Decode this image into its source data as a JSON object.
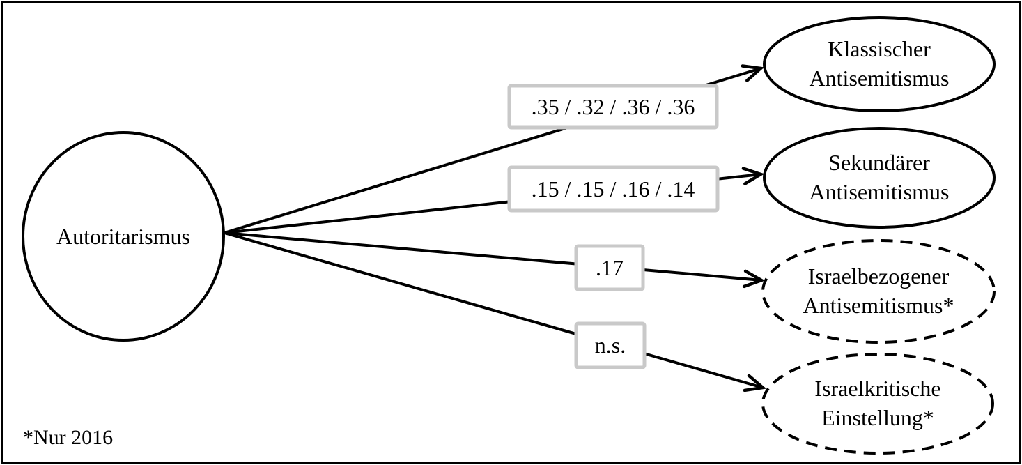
{
  "figure": {
    "type": "structural-path-diagram",
    "footnote": "*Nur 2016",
    "predictor": {
      "label": "Autoritarismus",
      "shape": "circle",
      "border": "solid"
    },
    "outcomes": [
      {
        "line1": "Klassischer",
        "line2": "Antisemitismus",
        "border": "solid"
      },
      {
        "line1": "Sekundärer",
        "line2": "Antisemitismus",
        "border": "solid"
      },
      {
        "line1": "Israelbezogener",
        "line2": "Antisemitismus*",
        "border": "dashed"
      },
      {
        "line1": "Israelkritische",
        "line2": "Einstellung*",
        "border": "dashed"
      }
    ],
    "paths": [
      {
        "from": "Autoritarismus",
        "to": "Klassischer Antisemitismus",
        "label": ".35 / .32 / .36 / .36"
      },
      {
        "from": "Autoritarismus",
        "to": "Sekundärer Antisemitismus",
        "label": ".15 / .15 / .16 / .14"
      },
      {
        "from": "Autoritarismus",
        "to": "Israelbezogener Antisemitismus*",
        "label": ".17"
      },
      {
        "from": "Autoritarismus",
        "to": "Israelkritische Einstellung*",
        "label": "n.s."
      }
    ],
    "colors": {
      "ink": "#000000",
      "background": "#ffffff",
      "coefficient_box_border": "#c9c9c9"
    }
  }
}
